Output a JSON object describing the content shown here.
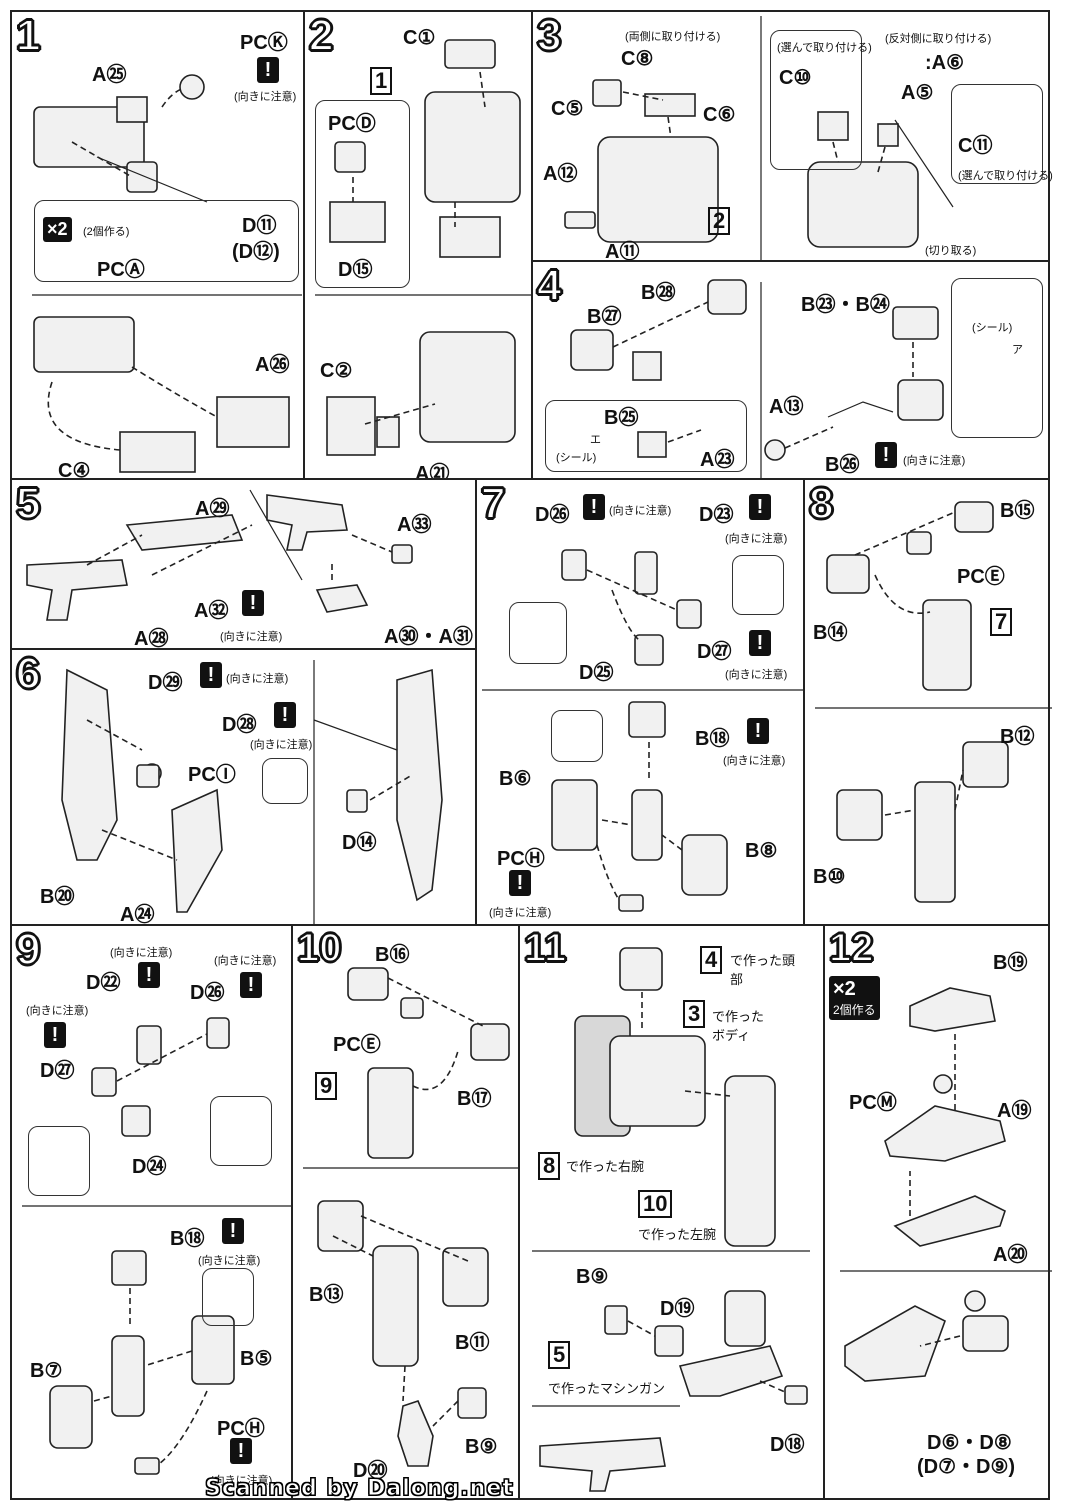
{
  "credit": "Scanned by Dalong.net",
  "caution_text": "(向きに注意)",
  "steps": {
    "s1": {
      "num": "1",
      "pcK": "PCⓀ",
      "a25": "A㉕",
      "x2": "×2",
      "x2_note": "(2個作る)",
      "pcA": "PCⒶ",
      "d11": "D⑪",
      "d12": "(D⑫)",
      "a26": "A㉖",
      "c4": "C④"
    },
    "s2": {
      "num": "2",
      "c1": "C①",
      "ref1": "1",
      "pcD": "PCⒹ",
      "d15": "D⑮",
      "c2": "C②",
      "a21": "A㉑"
    },
    "s3": {
      "num": "3",
      "both_note": "(両側に取り付ける)",
      "c8": "C⑧",
      "c5": "C⑤",
      "c6": "C⑥",
      "a12": "A⑫",
      "a11": "A⑪",
      "ref2": "2",
      "choose_note": "(選んで取り付ける)",
      "c10": "C⑩",
      "opp_note": "(反対側に取り付ける)",
      "a6": ":A⑥",
      "a5": "A⑤",
      "c11": "C⑪",
      "choose_note2": "(選んで取り付ける)",
      "cut_note": "(切り取る)"
    },
    "s4": {
      "num": "4",
      "b28": "B㉘",
      "b27": "B㉗",
      "b23_24": "B㉓・B㉔",
      "seal_note": "(シール)",
      "seal_a": "ア",
      "b25": "B㉕",
      "seal_e": "エ",
      "seal_note2": "(シール)",
      "a23": "A㉓",
      "a13": "A⑬",
      "b26": "B㉖"
    },
    "s5": {
      "num": "5",
      "a29": "A㉙",
      "a33": "A㉝",
      "a32": "A㉜",
      "a28": "A㉘",
      "a30_31": "A㉚・A㉛"
    },
    "s6": {
      "num": "6",
      "d29": "D㉙",
      "d28": "D㉘",
      "pcI": "PCⒾ",
      "d14": "D⑭",
      "b20": "B⑳",
      "a24": "A㉔"
    },
    "s7": {
      "num": "7",
      "d26": "D㉖",
      "d23": "D㉓",
      "d27": "D㉗",
      "d25": "D㉕",
      "b18": "B⑱",
      "b6": "B⑥",
      "b8": "B⑧",
      "pcH": "PCⒽ"
    },
    "s8": {
      "num": "8",
      "b15": "B⑮",
      "pcE": "PCⒺ",
      "b14": "B⑭",
      "ref7": "7",
      "b12": "B⑫",
      "b10": "B⑩"
    },
    "s9": {
      "num": "9",
      "d22": "D㉒",
      "d26": "D㉖",
      "d27": "D㉗",
      "d24": "D㉔",
      "b18": "B⑱",
      "b7": "B⑦",
      "b5": "B⑤",
      "pcH": "PCⒽ"
    },
    "s10": {
      "num": "10",
      "b16": "B⑯",
      "pcE": "PCⒺ",
      "ref9": "9",
      "b17": "B⑰",
      "b13": "B⑬",
      "b11": "B⑪",
      "b9": "B⑨",
      "d20": "D⑳"
    },
    "s11": {
      "num": "11",
      "ref4": "4",
      "ref4_note": "で作った頭部",
      "ref3": "3",
      "ref3_note": "で作ったボディ",
      "ref8": "8",
      "ref8_note": "で作った右腕",
      "ref10": "10",
      "ref10_note": "で作った左腕",
      "b9": "B⑨",
      "d19": "D⑲",
      "ref5": "5",
      "ref5_note": "で作ったマシンガン",
      "d18": "D⑱"
    },
    "s12": {
      "num": "12",
      "x2": "×2",
      "x2_note": "2個作る",
      "b19": "B⑲",
      "pcM": "PCⓂ",
      "a19": "A⑲",
      "a20": "A⑳",
      "d6_8": "D⑥・D⑧",
      "d7_9": "(D⑦・D⑨)"
    }
  }
}
